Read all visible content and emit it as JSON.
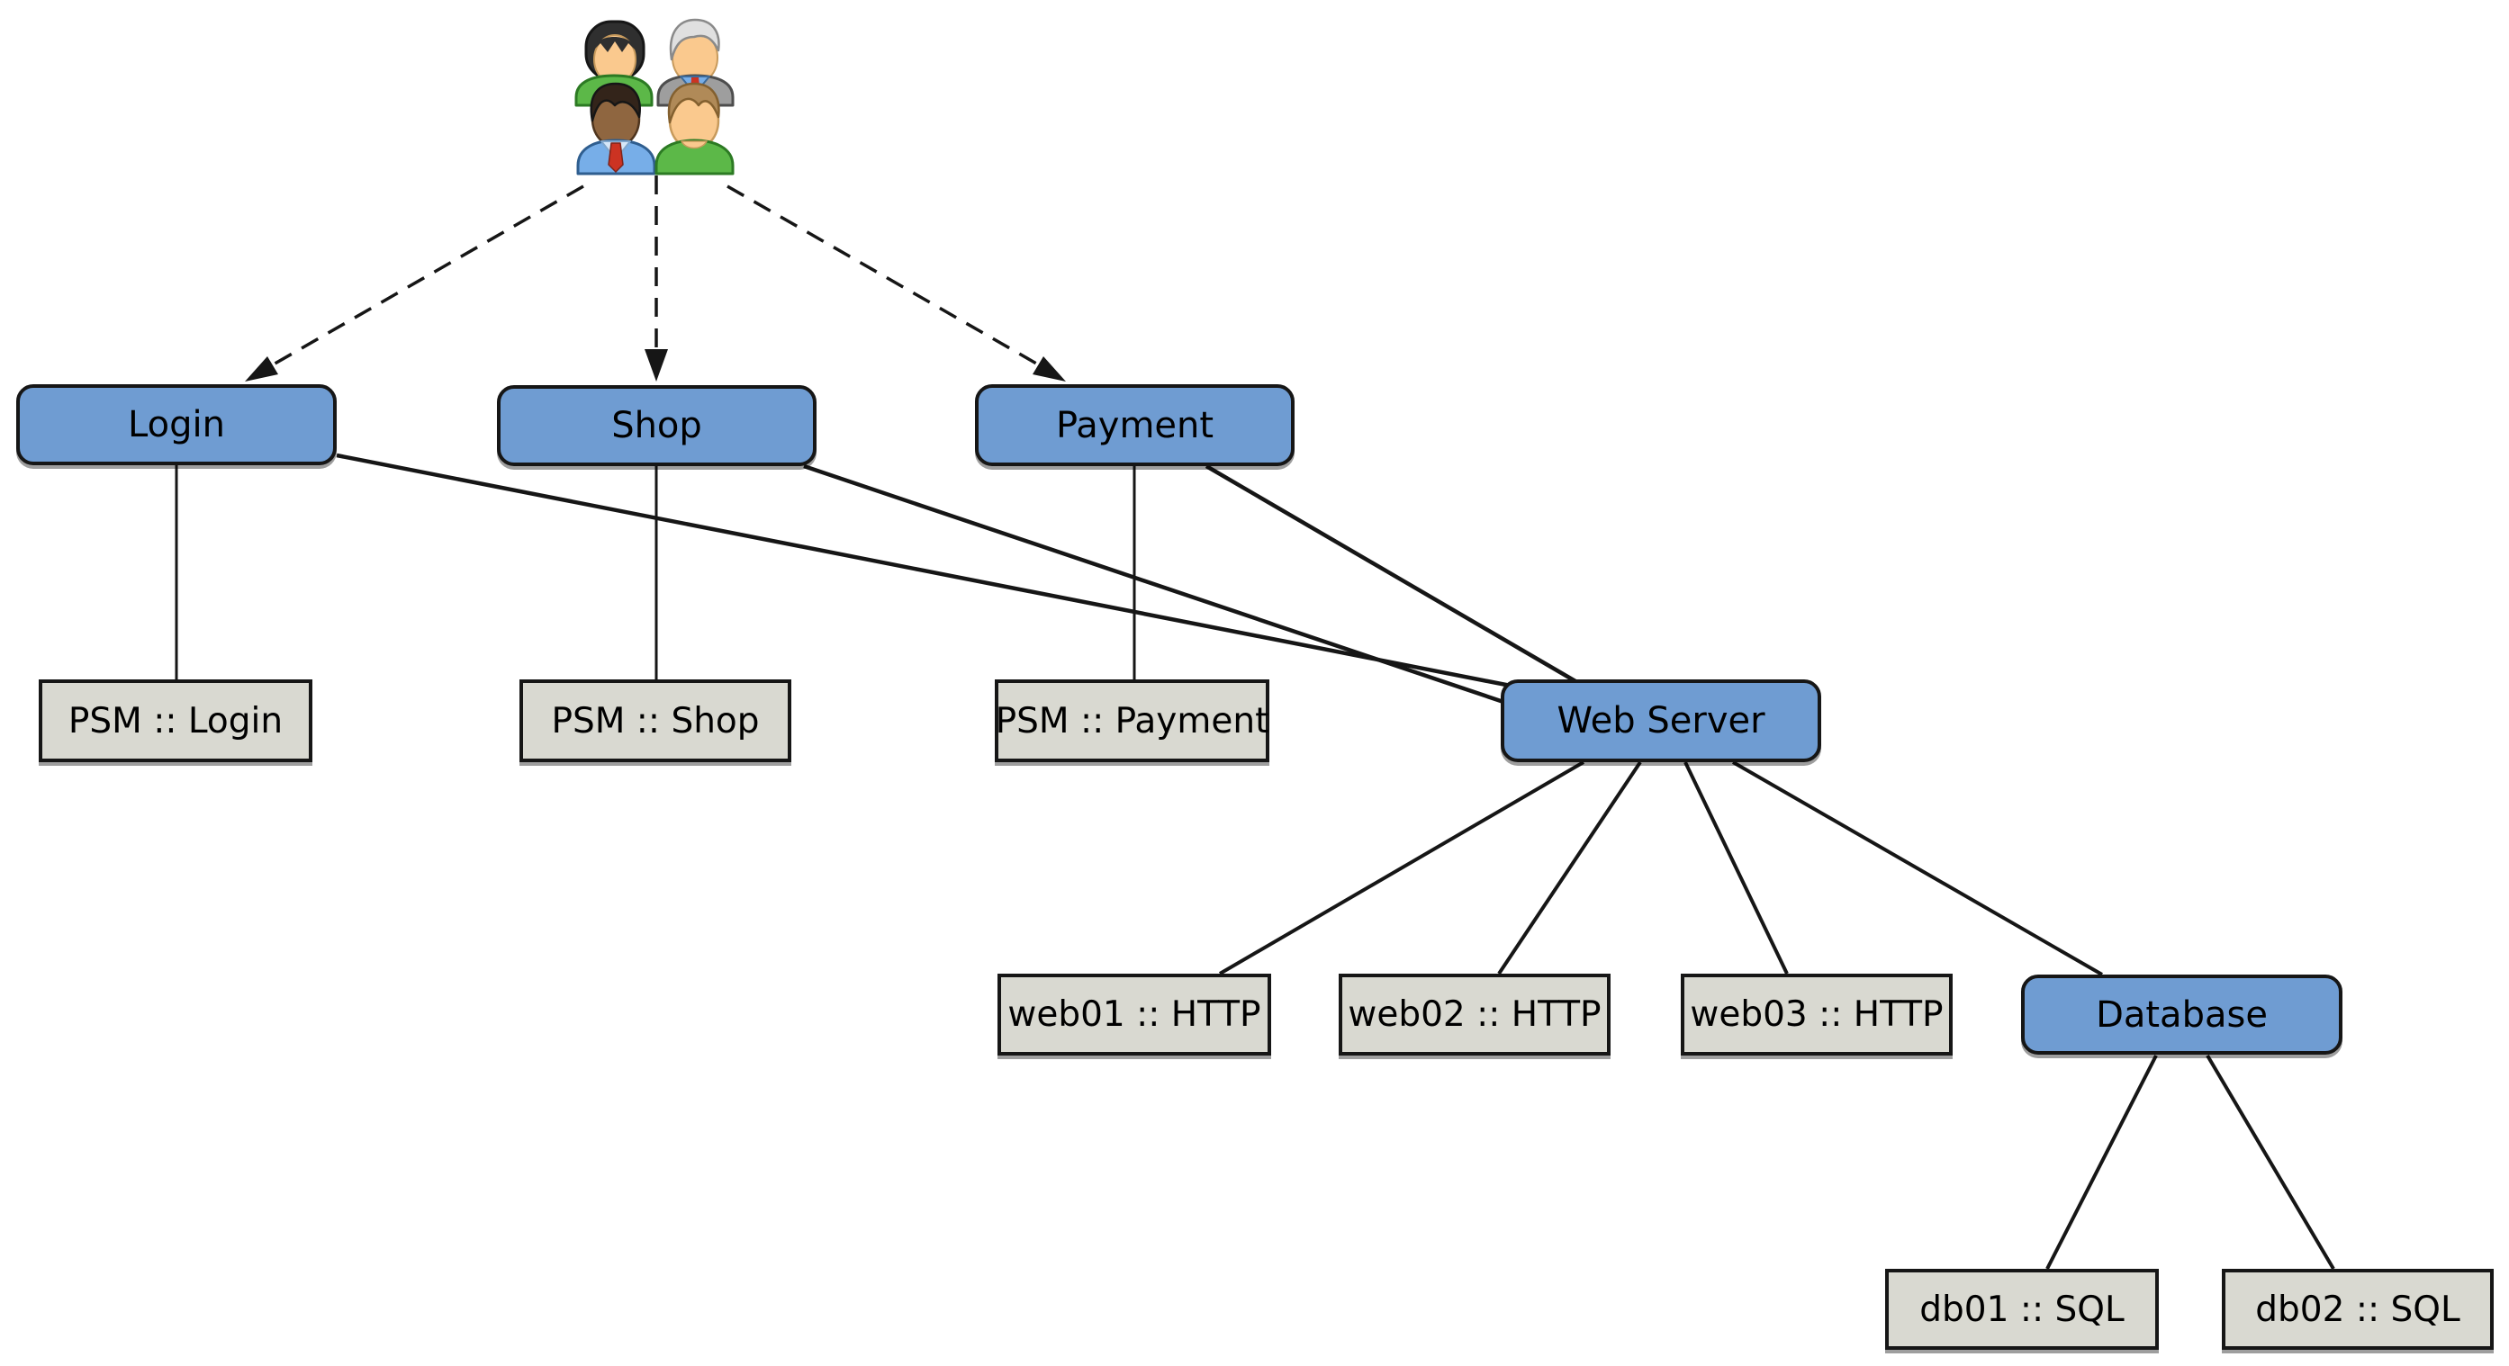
{
  "diagram": {
    "kind": "network-service-diagram",
    "actors": {
      "icon": "users-group-icon",
      "description": "group of four users"
    },
    "nodes": {
      "login": {
        "label": "Login",
        "type": "service"
      },
      "shop": {
        "label": "Shop",
        "type": "service"
      },
      "payment": {
        "label": "Payment",
        "type": "service"
      },
      "psm_login": {
        "label": "PSM :: Login",
        "type": "host"
      },
      "psm_shop": {
        "label": "PSM :: Shop",
        "type": "host"
      },
      "psm_payment": {
        "label": "PSM :: Payment",
        "type": "host"
      },
      "webserver": {
        "label": "Web Server",
        "type": "service"
      },
      "web01": {
        "label": "web01 :: HTTP",
        "type": "host"
      },
      "web02": {
        "label": "web02 :: HTTP",
        "type": "host"
      },
      "web03": {
        "label": "web03 :: HTTP",
        "type": "host"
      },
      "database": {
        "label": "Database",
        "type": "service"
      },
      "db01": {
        "label": "db01 :: SQL",
        "type": "host"
      },
      "db02": {
        "label": "db02 :: SQL",
        "type": "host"
      }
    },
    "edges": [
      {
        "from": "users",
        "to": "login",
        "style": "dashed",
        "arrow": true
      },
      {
        "from": "users",
        "to": "shop",
        "style": "dashed",
        "arrow": true
      },
      {
        "from": "users",
        "to": "payment",
        "style": "dashed",
        "arrow": true
      },
      {
        "from": "login",
        "to": "psm_login",
        "style": "solid",
        "arrow": false
      },
      {
        "from": "shop",
        "to": "psm_shop",
        "style": "solid",
        "arrow": false
      },
      {
        "from": "payment",
        "to": "psm_payment",
        "style": "solid",
        "arrow": false
      },
      {
        "from": "login",
        "to": "webserver",
        "style": "solid",
        "arrow": false
      },
      {
        "from": "shop",
        "to": "webserver",
        "style": "solid",
        "arrow": false
      },
      {
        "from": "payment",
        "to": "webserver",
        "style": "solid",
        "arrow": false
      },
      {
        "from": "webserver",
        "to": "web01",
        "style": "solid",
        "arrow": false
      },
      {
        "from": "webserver",
        "to": "web02",
        "style": "solid",
        "arrow": false
      },
      {
        "from": "webserver",
        "to": "web03",
        "style": "solid",
        "arrow": false
      },
      {
        "from": "webserver",
        "to": "database",
        "style": "solid",
        "arrow": false
      },
      {
        "from": "database",
        "to": "db01",
        "style": "solid",
        "arrow": false
      },
      {
        "from": "database",
        "to": "db02",
        "style": "solid",
        "arrow": false
      }
    ],
    "colors": {
      "service_fill": "#6f9cd2",
      "host_fill": "#d9d9d1",
      "line": "#161616",
      "text": "#000000",
      "background": "#ffffff"
    }
  }
}
